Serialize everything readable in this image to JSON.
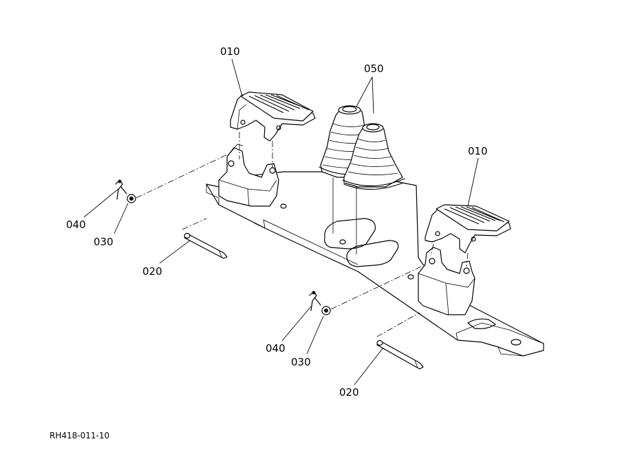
{
  "drawing_code": "RH418-011-10",
  "callouts": {
    "pedal_left": "010",
    "pedal_right": "010",
    "boots": "050",
    "pin_left": "020",
    "pin_right": "020",
    "washer_left": "030",
    "washer_right": "030",
    "clip_left": "040",
    "clip_right": "040"
  }
}
